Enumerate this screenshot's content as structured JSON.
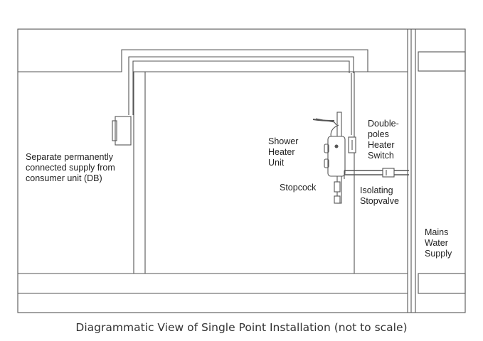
{
  "labels": {
    "supply": [
      "Separate permanently",
      "connected supply from",
      "consumer unit (DB)"
    ],
    "shower": [
      "Shower",
      "Heater",
      "Unit"
    ],
    "switch": [
      "Double-",
      "poles",
      "Heater",
      "Switch"
    ],
    "stopcock": "Stopcock",
    "stopvalve": [
      "Isolating",
      "Stopvalve"
    ],
    "mains": [
      "Mains",
      "Water",
      "Supply"
    ]
  },
  "caption": "Diagrammatic View of Single Point Installation (not to scale)",
  "colors": {
    "line": "#555555",
    "text": "#222222"
  }
}
